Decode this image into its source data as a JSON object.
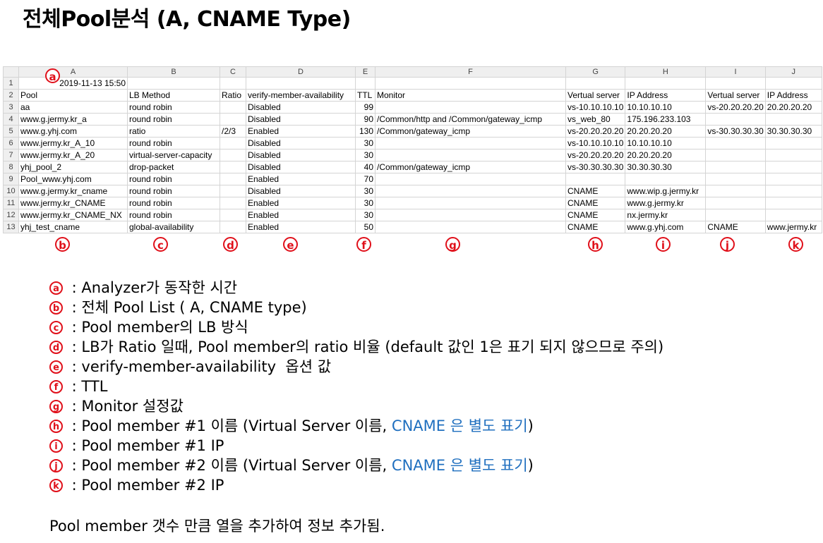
{
  "title": "전체Pool분석  (A, CNAME Type)",
  "sheet": {
    "column_letters": [
      "A",
      "B",
      "C",
      "D",
      "E",
      "F",
      "G",
      "H",
      "I",
      "J"
    ],
    "timestamp": "2019-11-13 15:50",
    "headers": [
      "Pool",
      "LB Method",
      "Ratio",
      "verify-member-availability",
      "TTL",
      "Monitor",
      "Vertual server",
      "IP Address",
      "Vertual server",
      "IP Address"
    ],
    "rows": [
      [
        "aa",
        "round robin",
        "",
        "Disabled",
        "99",
        "",
        "vs-10.10.10.10",
        "10.10.10.10",
        "vs-20.20.20.20",
        "20.20.20.20"
      ],
      [
        "www.g.jermy.kr_a",
        "round robin",
        "",
        "Disabled",
        "90",
        "/Common/http and /Common/gateway_icmp",
        "vs_web_80",
        "175.196.233.103",
        "",
        ""
      ],
      [
        "www.g.yhj.com",
        "ratio",
        "/2/3",
        "Enabled",
        "130",
        "/Common/gateway_icmp",
        "vs-20.20.20.20",
        "20.20.20.20",
        "vs-30.30.30.30",
        "30.30.30.30"
      ],
      [
        "www.jermy.kr_A_10",
        "round robin",
        "",
        "Disabled",
        "30",
        "",
        "vs-10.10.10.10",
        "10.10.10.10",
        "",
        ""
      ],
      [
        "www.jermy.kr_A_20",
        "virtual-server-capacity",
        "",
        "Disabled",
        "30",
        "",
        "vs-20.20.20.20",
        "20.20.20.20",
        "",
        ""
      ],
      [
        "yhj_pool_2",
        "drop-packet",
        "",
        "Disabled",
        "40",
        "/Common/gateway_icmp",
        "vs-30.30.30.30",
        "30.30.30.30",
        "",
        ""
      ],
      [
        "Pool_www.yhj.com",
        "round robin",
        "",
        "Enabled",
        "70",
        "",
        "",
        "",
        "",
        ""
      ],
      [
        "www.g.jermy.kr_cname",
        "round robin",
        "",
        "Disabled",
        "30",
        "",
        "CNAME",
        "www.wip.g.jermy.kr",
        "",
        ""
      ],
      [
        "www.jermy.kr_CNAME",
        "round robin",
        "",
        "Enabled",
        "30",
        "",
        "CNAME",
        "www.g.jermy.kr",
        "",
        ""
      ],
      [
        "www.jermy.kr_CNAME_NX",
        "round robin",
        "",
        "Enabled",
        "30",
        "",
        "CNAME",
        "nx.jermy.kr",
        "",
        ""
      ],
      [
        "yhj_test_cname",
        "global-availability",
        "",
        "Enabled",
        "50",
        "",
        "CNAME",
        "www.g.yhj.com",
        "CNAME",
        "www.jermy.kr"
      ]
    ]
  },
  "markers": {
    "a": "a",
    "b": "b",
    "c": "c",
    "d": "d",
    "e": "e",
    "f": "f",
    "g": "g",
    "h": "h",
    "i": "i",
    "j": "j",
    "k": "k"
  },
  "legend": [
    {
      "badge": "a",
      "text": " : Analyzer가 동작한 시간",
      "blue": ""
    },
    {
      "badge": "b",
      "text": " : 전체 Pool List ( A, CNAME type)",
      "blue": ""
    },
    {
      "badge": "c",
      "text": " : Pool member의 LB 방식",
      "blue": ""
    },
    {
      "badge": "d",
      "text": " : LB가 Ratio 일때, Pool member의 ratio 비율 (default 값인 1은 표기 되지 않으므로 주의)",
      "blue": ""
    },
    {
      "badge": "e",
      "text": " : verify-member-availability  옵션 값",
      "blue": ""
    },
    {
      "badge": "f",
      "text": " : TTL",
      "blue": ""
    },
    {
      "badge": "g",
      "text": " : Monitor 설정값",
      "blue": ""
    },
    {
      "badge": "h",
      "text": " : Pool member #1 이름 (Virtual Server 이름, ",
      "blue": "CNAME 은 별도 표기",
      "tail": ")"
    },
    {
      "badge": "i",
      "text": " : Pool member #1 IP",
      "blue": ""
    },
    {
      "badge": "j",
      "text": " : Pool member #2 이름 (Virtual Server 이름, ",
      "blue": "CNAME 은 별도 표기",
      "tail": ")"
    },
    {
      "badge": "k",
      "text": " : Pool member #2 IP",
      "blue": ""
    }
  ],
  "footer": "Pool member 갯수 만큼 열을 추가하여 정보 추가됨."
}
